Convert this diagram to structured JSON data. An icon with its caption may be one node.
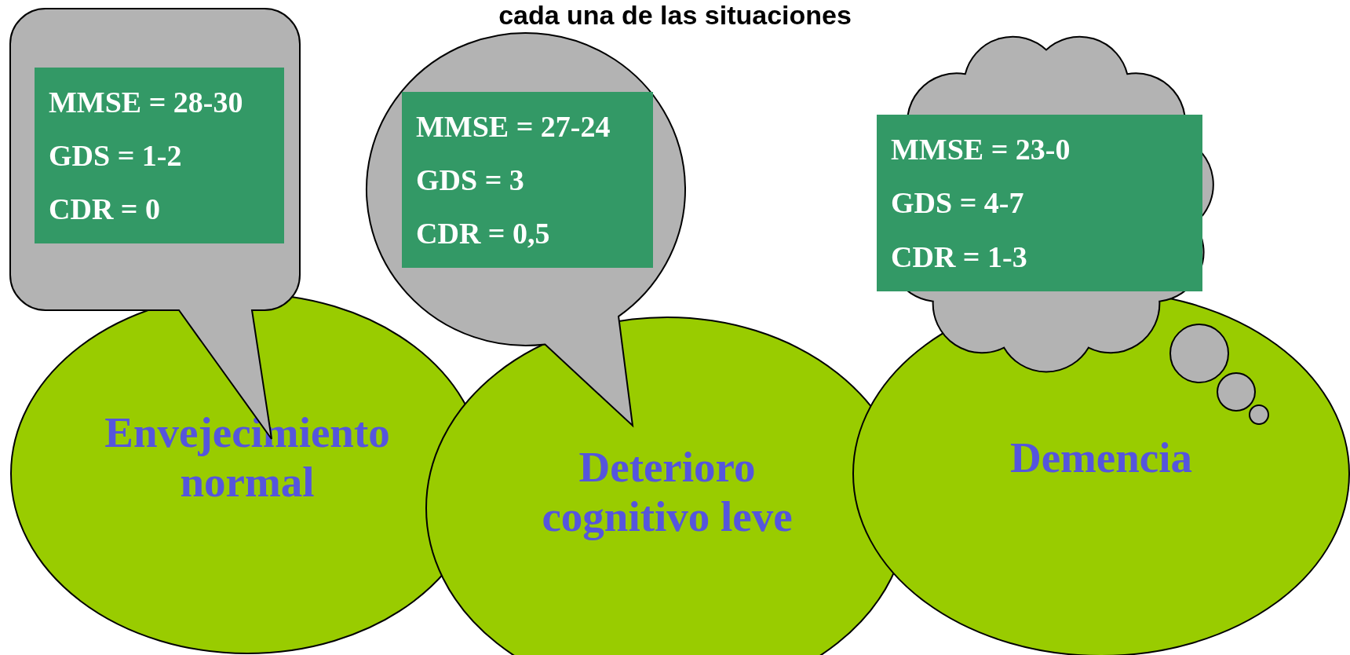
{
  "diagram": {
    "title": "cada una de las situaciones",
    "nodes": [
      {
        "text": [],
        "shape": "box"
      },
      {
        "text": [
          "MMSE = 28-30",
          "GDS = 1-2",
          "CDR = 0"
        ],
        "in": 0
      },
      {
        "text": [],
        "shape": "circle"
      },
      {
        "text": [
          "MMSE = 27-24",
          "GDS = 3",
          "CDR = 0,5"
        ],
        "in": 2
      },
      {
        "text": [],
        "shape": "cloud"
      },
      {
        "text": [
          "MMSE = 23-0",
          "GDS = 4-7",
          "CDR = 1-3"
        ],
        "in": 4
      },
      {
        "text": [
          "Envejecimiento normal"
        ]
      },
      {
        "text": [
          "Deterioro cognitivo leve"
        ]
      },
      {
        "text": [
          "Demencia"
        ]
      }
    ],
    "edges": []
  }
}
